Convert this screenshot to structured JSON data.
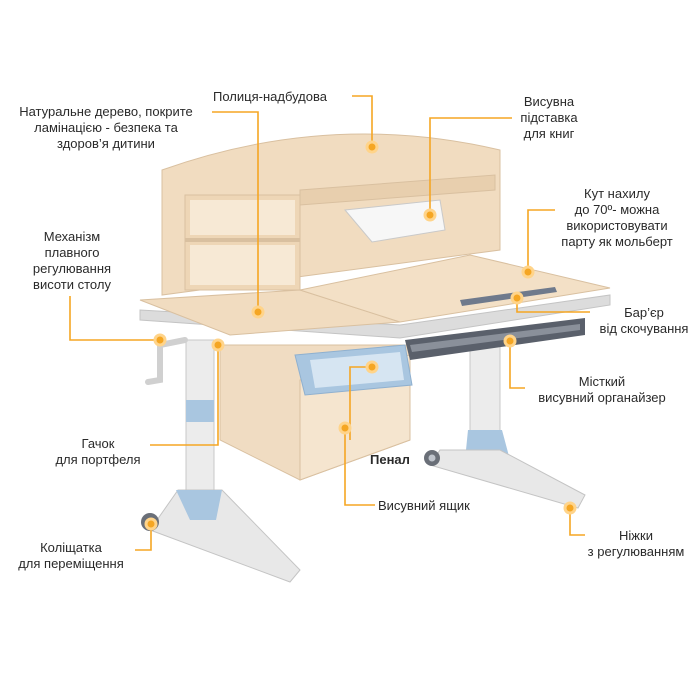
{
  "accent_color": "#f5a623",
  "desk_colors": {
    "wood": "#f1dcc0",
    "wood_edge": "#d9c0a0",
    "frame": "#e6e6e6",
    "blue": "#a9c6e0",
    "dark": "#555b66"
  },
  "labels": {
    "shelf": [
      "Полиця-надбудова"
    ],
    "natural_wood": [
      "Натуральне дерево, покрите",
      "ламінацією - безпека та",
      "здоров’я дитини"
    ],
    "book_stand": [
      "Висувна",
      "підставка",
      "для книг"
    ],
    "tilt": [
      "Кут нахилу",
      "до 70º- можна",
      "використовувати",
      "парту як мольберт"
    ],
    "height_mech": [
      "Механізм",
      "плавного",
      "регулювання",
      "висоти столу"
    ],
    "barrier": [
      "Бар’єр",
      "від скочування"
    ],
    "organizer": [
      "Місткий",
      "висувний органайзер"
    ],
    "hook": [
      "Гачок",
      "для портфеля"
    ],
    "pencil_case": [
      "Пенал"
    ],
    "drawer": [
      "Висувний ящик"
    ],
    "wheels": [
      "Коліщатка",
      "для переміщення"
    ],
    "legs": [
      "Ніжки",
      "з регулюванням"
    ]
  }
}
